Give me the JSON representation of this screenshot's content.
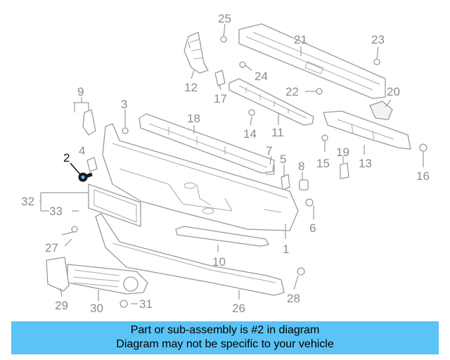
{
  "caption": {
    "line1": "Part or sub-assembly is #2 in diagram",
    "line2": "Diagram may not be specific to your vehicle"
  },
  "highlight_color": "#5bc3f5",
  "highlighted_part": "2",
  "callouts": {
    "c1": "1",
    "c2": "2",
    "c3": "3",
    "c4": "4",
    "c5": "5",
    "c6": "6",
    "c7": "7",
    "c8": "8",
    "c9": "9",
    "c10": "10",
    "c11": "11",
    "c12": "12",
    "c13": "13",
    "c14": "14",
    "c15": "15",
    "c16": "16",
    "c17": "17",
    "c18": "18",
    "c19": "19",
    "c20": "20",
    "c21": "21",
    "c22": "22",
    "c23": "23",
    "c24": "24",
    "c25": "25",
    "c26": "26",
    "c27": "27",
    "c28": "28",
    "c29": "29",
    "c30": "30",
    "c31": "31",
    "c32": "32",
    "c33": "33"
  }
}
